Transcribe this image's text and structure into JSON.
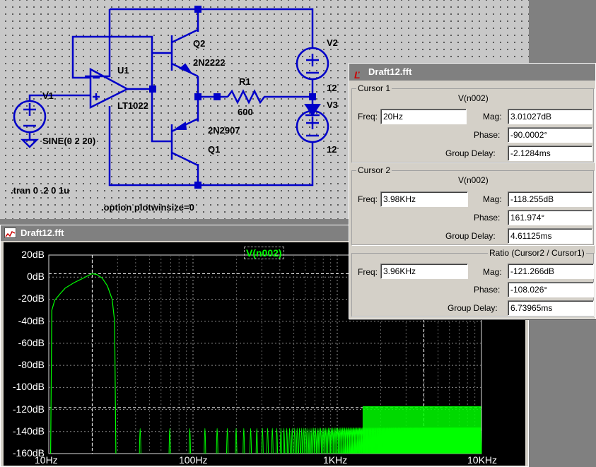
{
  "schematic": {
    "q2_ref": "Q2",
    "q2_model": "2N2222",
    "q1_ref": "Q1",
    "q1_model": "2N2907",
    "u1_ref": "U1",
    "u1_model": "LT1022",
    "r1_ref": "R1",
    "r1_value": "600",
    "v1_ref": "V1",
    "v1_value": "SINE(0 2 20)",
    "v2_ref": "V2",
    "v2_value": "12",
    "v3_ref": "V3",
    "v3_value": "12",
    "tran_directive": ".tran 0 .2 0 1u",
    "option_directive": ".option plotwinsize=0"
  },
  "plot_window": {
    "title": "Draft12.fft",
    "trace_label": "V(n002)",
    "trace_color": "#00ff00"
  },
  "cursor_dialog": {
    "title": "Draft12.fft",
    "cursor1": {
      "caption": "Cursor 1",
      "signal": "V(n002)",
      "freq_label": "Freq:",
      "freq": "20Hz",
      "mag_label": "Mag:",
      "mag": "3.01027dB",
      "phase_label": "Phase:",
      "phase": "-90.0002°",
      "gd_label": "Group Delay:",
      "gd": "-2.1284ms"
    },
    "cursor2": {
      "caption": "Cursor 2",
      "signal": "V(n002)",
      "freq_label": "Freq:",
      "freq": "3.98KHz",
      "mag_label": "Mag:",
      "mag": "-118.255dB",
      "phase_label": "Phase:",
      "phase": "161.974°",
      "gd_label": "Group Delay:",
      "gd": "4.61125ms"
    },
    "ratio": {
      "caption": "Ratio (Cursor2 / Cursor1)",
      "freq_label": "Freq:",
      "freq": "3.96KHz",
      "mag_label": "Mag:",
      "mag": "-121.266dB",
      "phase_label": "Phase:",
      "phase": "-108.026°",
      "gd_label": "Group Delay:",
      "gd": "6.73965ms"
    }
  },
  "chart_data": {
    "type": "line",
    "x_scale": "log",
    "x_ticks": [
      "10Hz",
      "100Hz",
      "1KHz",
      "10KHz"
    ],
    "y_ticks": [
      "20dB",
      "0dB",
      "-20dB",
      "-40dB",
      "-60dB",
      "-80dB",
      "-100dB",
      "-120dB",
      "-140dB",
      "-160dB"
    ],
    "xlim": [
      10,
      10000
    ],
    "ylim": [
      -160,
      20
    ],
    "grid": true,
    "cursor_lines": {
      "x": [
        20,
        3980
      ],
      "y": [
        3.01,
        -118.255
      ]
    },
    "series": [
      {
        "name": "V(n002)",
        "x": [
          10.3,
          10.5,
          11,
          12,
          13,
          15,
          17,
          19,
          20,
          21.5,
          23.5,
          25.5,
          27.5,
          28.6,
          29.2
        ],
        "y": [
          -160,
          -30,
          -21,
          -15,
          -10,
          -5,
          -1.5,
          1.8,
          3.0,
          2.4,
          -1,
          -8,
          -20,
          -40,
          -160
        ]
      }
    ]
  }
}
